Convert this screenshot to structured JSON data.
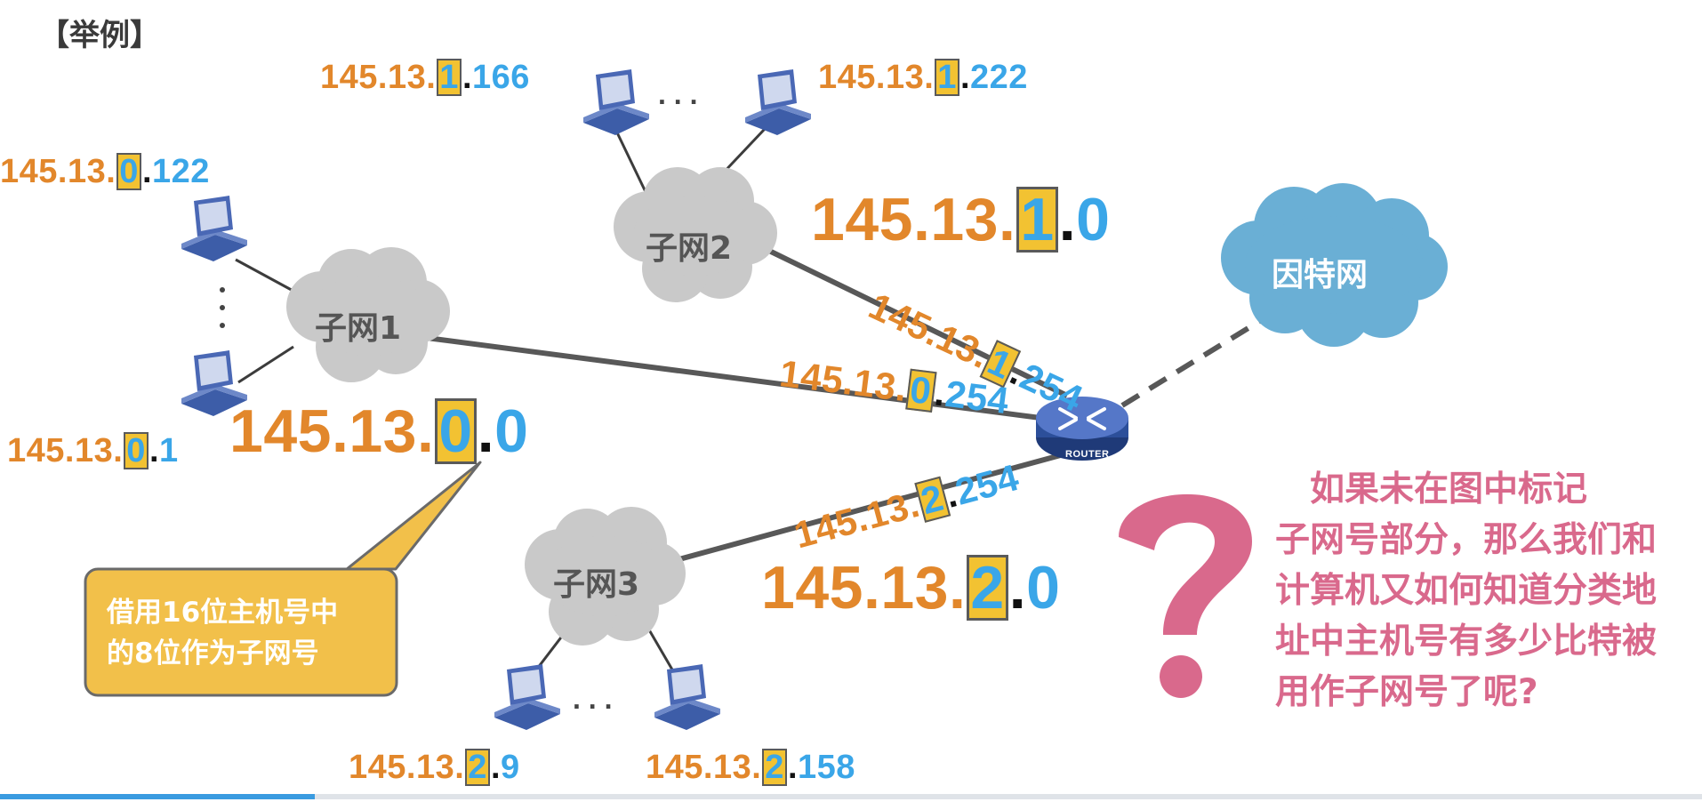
{
  "title": "【举例】",
  "subnets": [
    {
      "label": "子网1",
      "network": {
        "net": "145.13.",
        "sub": "0",
        "host": "0"
      }
    },
    {
      "label": "子网2",
      "network": {
        "net": "145.13.",
        "sub": "1",
        "host": "0"
      }
    },
    {
      "label": "子网3",
      "network": {
        "net": "145.13.",
        "sub": "2",
        "host": "0"
      }
    }
  ],
  "internet_label": "因特网",
  "router_label": "ROUTER",
  "hosts": {
    "s1_top": {
      "net": "145.13.",
      "sub": "0",
      "host": "122"
    },
    "s1_bottom": {
      "net": "145.13.",
      "sub": "0",
      "host": "1"
    },
    "s2_left": {
      "net": "145.13.",
      "sub": "1",
      "host": "166"
    },
    "s2_right": {
      "net": "145.13.",
      "sub": "1",
      "host": "222"
    },
    "s3_left": {
      "net": "145.13.",
      "sub": "2",
      "host": "9"
    },
    "s3_right": {
      "net": "145.13.",
      "sub": "2",
      "host": "158"
    }
  },
  "router_ports": {
    "p1": {
      "net": "145.13.",
      "sub": "1",
      "host": "254"
    },
    "p0": {
      "net": "145.13.",
      "sub": "0",
      "host": "254"
    },
    "p2": {
      "net": "145.13.",
      "sub": "2",
      "host": "254"
    }
  },
  "ellipsis_h": ". . .",
  "callout": {
    "line1": "借用16位主机号中",
    "line2": "的8位作为子网号"
  },
  "question": {
    "line1": "　如果未在图中标记",
    "line2": "子网号部分，那么我们和",
    "line3": "计算机又如何知道分类地",
    "line4": "址中主机号有多少比特被",
    "line5": "用作子网号了呢?"
  },
  "colors": {
    "network_part": "#e2872b",
    "subnet_part": "#3aa6e8",
    "subnet_highlight": "#f2c232",
    "host_part": "#3aa6e8",
    "cloud": "#c9c9c9",
    "internet_cloud": "#6aafd5",
    "callout_fill": "#f2c04a",
    "question_color": "#d9698c"
  },
  "video_progress": 0.185
}
